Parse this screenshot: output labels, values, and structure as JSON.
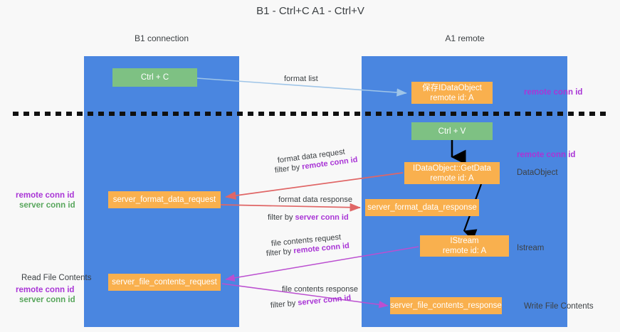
{
  "title": "B1 - Ctrl+C\nA1 - Ctrl+V",
  "lanes": [
    {
      "name": "b1",
      "title": "B1\nconnection",
      "color": "#4a86e0"
    },
    {
      "name": "a1",
      "title": "A1\nremote",
      "color": "#4a86e0"
    }
  ],
  "nodes": {
    "ctrl_c": "Ctrl + C",
    "save_idataobject": "保存IDataObject\nremote id: A",
    "ctrl_v": "Ctrl + V",
    "getdata": "IDataObject::GetData\nremote id: A",
    "server_format_data_request": "server_format_data_request",
    "server_format_data_response": "server_format_data_response",
    "istream": "IStream\nremote id: A",
    "server_file_contents_request": "server_file_contents_request",
    "server_file_contents_response": "server_file_contents_response"
  },
  "edge_labels": {
    "format_list": "format list",
    "format_data_request": "format data request",
    "format_data_request_filter_prefix": "filter by ",
    "format_data_request_filter_key": "remote conn id",
    "format_data_response": "format data response",
    "format_data_response_filter_prefix": "filter by ",
    "format_data_response_filter_key": "server conn id",
    "file_contents_request": "file contents request",
    "file_contents_request_filter_prefix": "filter by ",
    "file_contents_request_filter_key": "remote conn id",
    "file_contents_response": "file contents response",
    "file_contents_response_filter_prefix": "filter by ",
    "file_contents_response_filter_key": "server conn id"
  },
  "annotations": {
    "right": {
      "remote_conn_id_1": "remote conn id",
      "remote_conn_id_2": "remote conn id",
      "dataobject": "DataObject",
      "istream": "Istream",
      "write_file_contents": "Write File Contents"
    },
    "left": {
      "remote_conn_id_1": "remote conn id",
      "server_conn_id_1": "server conn id",
      "read_file_contents": "Read File Contents",
      "remote_conn_id_2": "remote conn id",
      "server_conn_id_2": "server conn id"
    }
  },
  "colors": {
    "lane": "#4a86e0",
    "node_green": "#7ec183",
    "node_orange": "#f9b04e",
    "purple": "#a935d6",
    "green_text": "#58a65c",
    "arrow_light_blue": "#9fc5e8",
    "arrow_red": "#e06666",
    "arrow_magenta": "#bb4fd0",
    "arrow_black": "#000000",
    "background": "#f8f8f8"
  }
}
